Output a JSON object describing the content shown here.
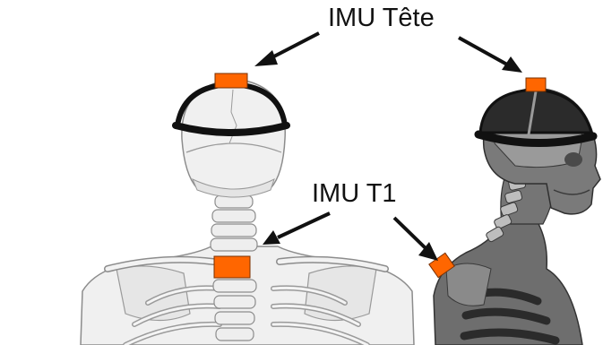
{
  "labels": {
    "imu_head": "IMU Tête",
    "imu_t1": "IMU T1"
  },
  "colors": {
    "sensor": "#ff6600",
    "sensor_stroke": "#7a3000",
    "arrow": "#111111",
    "helmet_band": "#111111",
    "bone_light": "#f0f0f0",
    "bone_outline": "#8c8c8c",
    "profile_body": "#6e6e6e",
    "profile_dark": "#2b2b2b"
  },
  "icons": {
    "posterior_view": "posterior-skeleton-illustration",
    "lateral_view": "lateral-profile-illustration"
  }
}
